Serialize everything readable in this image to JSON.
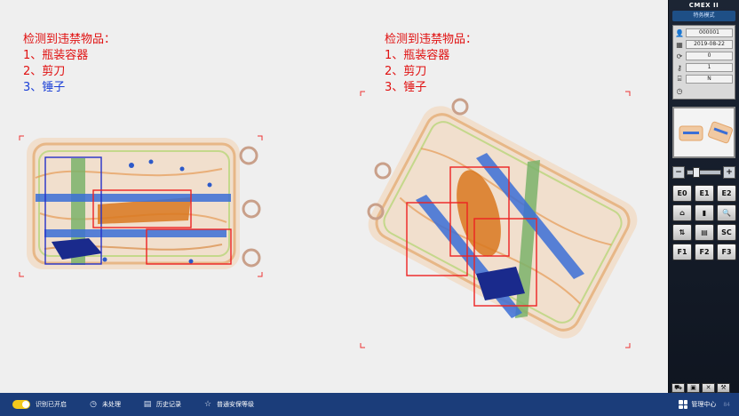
{
  "sidebar": {
    "title": "CMEX II",
    "mode": "特务模式",
    "info": [
      {
        "icon": "user-icon",
        "value": "000001"
      },
      {
        "icon": "calendar-icon",
        "value": "2019-08-22"
      },
      {
        "icon": "counter-icon",
        "value": "0"
      },
      {
        "icon": "key-icon",
        "value": "1"
      },
      {
        "icon": "bag-icon",
        "value": "N"
      },
      {
        "icon": "clock-icon",
        "value": ""
      }
    ],
    "keys": [
      "E0",
      "E1",
      "E2",
      "⌂",
      "▮",
      "🔍",
      "⇅",
      "▤",
      "SC",
      "F1",
      "F2",
      "F3"
    ]
  },
  "left_alert": {
    "title": "检测到违禁物品：",
    "items": [
      {
        "text": "1、瓶装容器",
        "color": "#e01010"
      },
      {
        "text": "2、剪刀",
        "color": "#e01010"
      },
      {
        "text": "3、锤子",
        "color": "#1a3fd6"
      }
    ]
  },
  "right_alert": {
    "title": "检测到违禁物品：",
    "items": [
      {
        "text": "1、瓶装容器",
        "color": "#e01010"
      },
      {
        "text": "2、剪刀",
        "color": "#e01010"
      },
      {
        "text": "3、锤子",
        "color": "#e01010"
      }
    ]
  },
  "bottombar": {
    "toggle_label": "识别已开启",
    "items": [
      {
        "icon": "clock-icon",
        "label": "未处理"
      },
      {
        "icon": "document-icon",
        "label": "历史记录"
      },
      {
        "icon": "star-icon",
        "label": "普通安保等级"
      }
    ],
    "mgmt_label": "管理中心",
    "version": "84"
  },
  "colors": {
    "alert_red": "#e01010",
    "alert_blue": "#1a3fd6",
    "bar_blue": "#1b3d7a",
    "sidebar_bg": "#1c2534"
  }
}
